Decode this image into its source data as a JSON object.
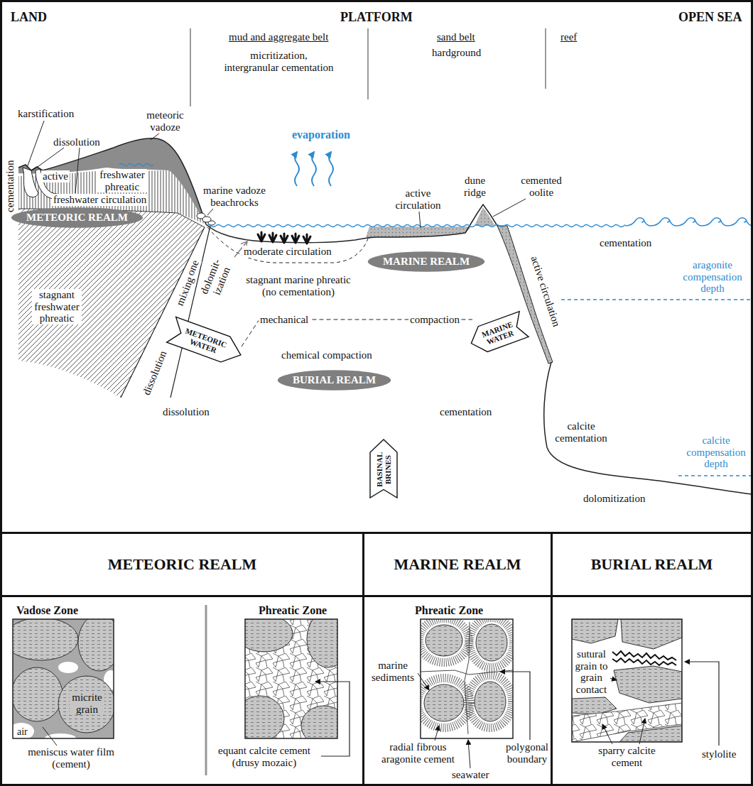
{
  "diagram": {
    "nodes": [
      {
        "text": [
          "LAND",
          "PLATFORM",
          "OPEN SEA"
        ]
      },
      {
        "text": [
          "METEORIC REALM"
        ],
        "in": 0
      },
      {
        "text": [
          "MARINE REALM"
        ],
        "in": 0
      },
      {
        "text": [
          "BURIAL REALM"
        ],
        "in": 0
      },
      {
        "text": [
          "METEORIC WATER"
        ],
        "in": 0
      },
      {
        "text": [
          "MARINE WATER"
        ],
        "in": 0
      },
      {
        "text": [
          "BASINAL BRINES"
        ],
        "in": 0
      },
      {
        "text": [
          "METEORIC REALM"
        ]
      },
      {
        "text": [
          "MARINE REALM"
        ]
      },
      {
        "text": [
          "BURIAL REALM"
        ]
      },
      {
        "text": [
          "Vadose Zone",
          "Phreatic Zone"
        ]
      },
      {
        "text": [
          "Phreatic Zone"
        ]
      }
    ],
    "labels": [
      "mud and aggregate belt",
      "micritization, intergranular cementation",
      "sand belt",
      "hardground",
      "reef",
      "karstification",
      "meteoric vadoze",
      "dissolution",
      "evaporation",
      "active",
      "freshwater phreatic",
      "marine vadoze beachrocks",
      "active circulation",
      "dune ridge",
      "cemented oolite",
      "cementation",
      "freshwater circulation",
      "cementation",
      "moderate circulation",
      "zone",
      "dolomit- ization",
      "aragonite compensation depth",
      "stagnant freshwater phreatic",
      "stagnant marine phreatic (no cementation)",
      "active circulation",
      "mixing",
      "dissolution",
      "mechanical",
      "compaction",
      "chemical compaction",
      "dissolution",
      "cementation",
      "calcite cementation",
      "calcite compensation depth",
      "dolomitization",
      "micrite grain",
      "air",
      "meniscus water film (cement)",
      "equant calcite cement (drusy mozaic)",
      "marine sediments",
      "radial fibrous aragonite cement",
      "polygonal boundary",
      "seawater",
      "sutural grain to grain contact",
      "sparry calcite cement",
      "stylolite"
    ]
  }
}
